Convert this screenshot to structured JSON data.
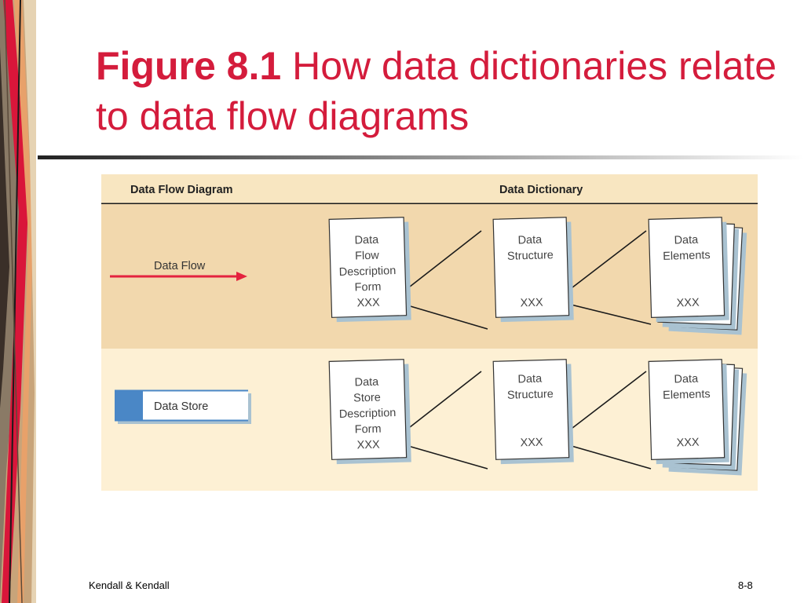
{
  "title": {
    "figure_label": "Figure 8.1",
    "caption": "How data dictionaries relate to data flow diagrams"
  },
  "diagram": {
    "header": {
      "left": "Data Flow Diagram",
      "right": "Data Dictionary"
    },
    "rows": [
      {
        "symbol_label": "Data Flow",
        "form": [
          "Data",
          "Flow",
          "Description",
          "Form",
          "XXX"
        ],
        "structure": [
          "Data",
          "Structure",
          "XXX"
        ],
        "elements": [
          "Data",
          "Elements",
          "XXX"
        ]
      },
      {
        "symbol_label": "Data Store",
        "form": [
          "Data",
          "Store",
          "Description",
          "Form",
          "XXX"
        ],
        "structure": [
          "Data",
          "Structure",
          "XXX"
        ],
        "elements": [
          "Data",
          "Elements",
          "XXX"
        ]
      }
    ]
  },
  "footer": {
    "left": "Kendall & Kendall",
    "right": "8-8"
  },
  "colors": {
    "title_red": "#d41c3c",
    "header_bg": "#f8e6c1",
    "row1_bg": "#f2d8ad",
    "row2_bg": "#fdf0d4",
    "arrow_red": "#e4223e",
    "store_blue": "#4a87c6",
    "card_shadow": "#a9c2d1"
  }
}
